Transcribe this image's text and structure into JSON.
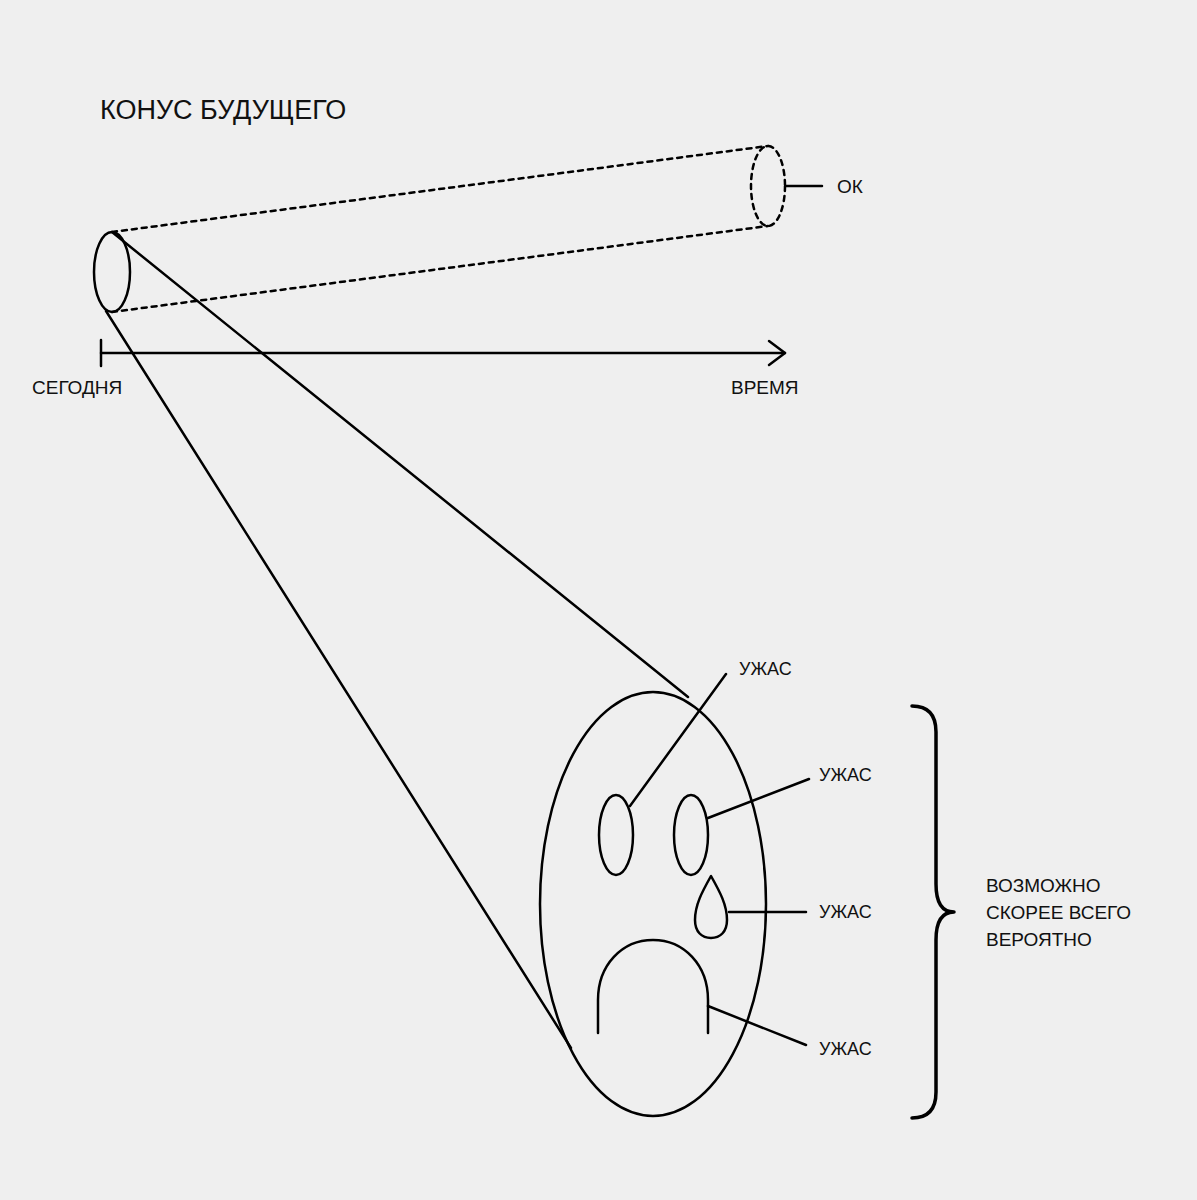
{
  "diagram": {
    "title": "КОНУС БУДУЩЕГО",
    "labels": [
      "ОК",
      "СЕГОДНЯ",
      "ВРЕМЯ",
      "УЖАС",
      "УЖАС",
      "УЖАС",
      "УЖАС",
      "ВОЗМОЖНО",
      "СКОРЕЕ ВСЕГО",
      "ВЕРОЯТНО"
    ]
  }
}
